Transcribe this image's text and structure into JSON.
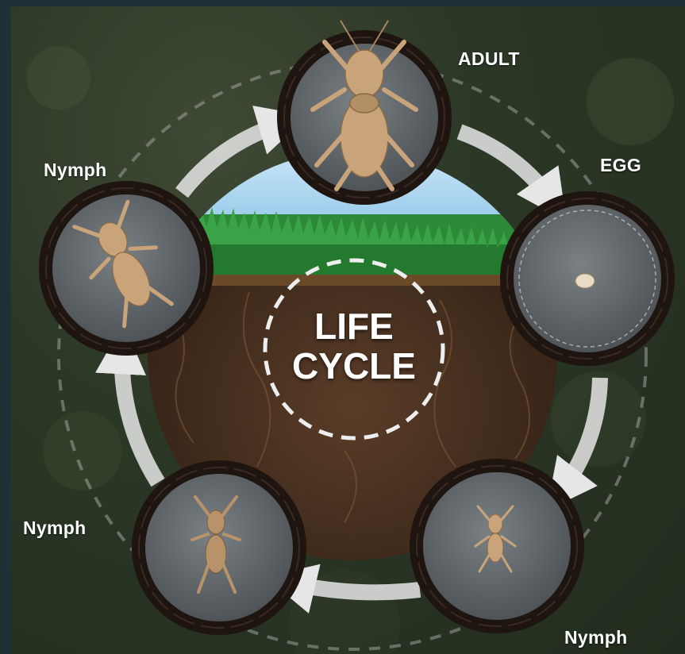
{
  "center": {
    "line1": "LIFE",
    "line2": "CYCLE"
  },
  "stages": [
    {
      "id": "adult",
      "label": "ADULT"
    },
    {
      "id": "egg",
      "label": "EGG"
    },
    {
      "id": "nymph-late",
      "label": "Nymph"
    },
    {
      "id": "nymph-mid",
      "label": "Nymph"
    },
    {
      "id": "nymph-early",
      "label": "Nymph"
    }
  ],
  "colors": {
    "background": "#2c3826",
    "soil": "#4a3322",
    "grass": "#2e8b3a",
    "sky": "#9fd0ee",
    "disc": "#5e666a",
    "ring": "#1e1410",
    "arrow": "#e6e6e6",
    "insect": "#c9a47a"
  }
}
